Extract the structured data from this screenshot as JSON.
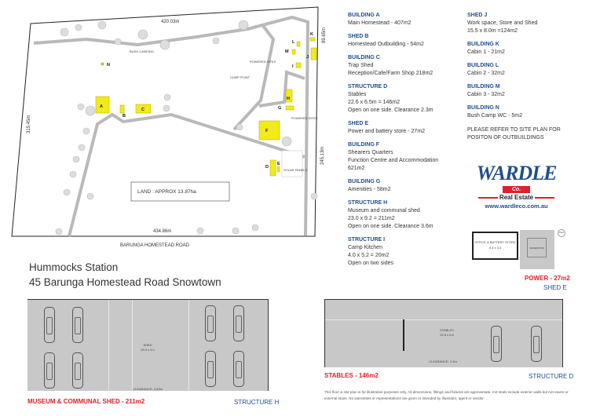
{
  "site_plan": {
    "dim_top": "420.03m",
    "dim_right_top": "89.65m",
    "dim_left": "315.45m",
    "dim_right": "245.13m",
    "dim_bottom": "434.86m",
    "road": "BARUNGA HOMESTEAD ROAD",
    "bush_camping": "BUSH CAMPING",
    "powered_sites": "POWERED SITES",
    "dump_point": "DUMP POINT",
    "solar_panels": "SOLAR PANELS",
    "land": "LAND : APPROX 13.87ha",
    "markers": [
      "A",
      "B",
      "C",
      "D",
      "E",
      "F",
      "G",
      "H",
      "I",
      "J",
      "K",
      "L",
      "M",
      "N"
    ],
    "building_color": "#f2ea1a",
    "road_color": "#b9b9b9"
  },
  "legend": {
    "col1": [
      {
        "heading": "BUILDING A",
        "lines": [
          "Main Homestead - 407m2"
        ]
      },
      {
        "heading": "SHED B",
        "lines": [
          "Homestead Outbuilding - 54m2"
        ]
      },
      {
        "heading": "BUILDING C",
        "lines": [
          "Trap Shed",
          "Reception/Cafe/Farm Shop 218m2"
        ]
      },
      {
        "heading": "STRUCTURE D",
        "lines": [
          "Stables",
          "22.6 x 6.5m = 146m2",
          "Open on one side. Clearance 2.3m"
        ]
      },
      {
        "heading": "SHED E",
        "lines": [
          "Power and battery store - 27m2"
        ]
      },
      {
        "heading": "BUILDING F",
        "lines": [
          "Shearers Quarters",
          "Function Centre and Accommodation",
          "621m2"
        ]
      },
      {
        "heading": "BUILDING G",
        "lines": [
          "Amenities - 58m2"
        ]
      },
      {
        "heading": "STRUCTURE H",
        "lines": [
          "Museum and communal shed",
          "23.0 x 9.2 = 211m2",
          "Open on one side. Clearance 3.6m"
        ]
      },
      {
        "heading": "STRUCTURE I",
        "lines": [
          "Camp Kitchen",
          "4.0 x 5.2 = 20m2",
          "Open on two sides"
        ]
      }
    ],
    "col2": [
      {
        "heading": "SHED J",
        "lines": [
          "Work space, Store and Shed",
          "15.5 x 8.0m =124m2"
        ]
      },
      {
        "heading": "BUILDING K",
        "lines": [
          "Cabin 1 - 21m2"
        ]
      },
      {
        "heading": "BUILDING L",
        "lines": [
          "Cabin 2 - 32m2"
        ]
      },
      {
        "heading": "BUILDING M",
        "lines": [
          "Cabin 3 - 32m2"
        ]
      },
      {
        "heading": "BUILDING N",
        "lines": [
          "Bush Camp WC - 5m2"
        ]
      },
      {
        "heading": "",
        "lines": [
          "PLEASE REFER TO SITE PLAN FOR",
          "POSITON OF OUTBUILDINGS"
        ]
      }
    ]
  },
  "property": {
    "name": "Hummocks Station",
    "address": "45 Barunga Homestead Road Snowtown"
  },
  "logo": {
    "brand": "WARDLE",
    "co": "Co.",
    "tagline": "Real Estate",
    "url": "www.wardleco.com.au",
    "blue": "#1f4e8c",
    "red": "#e0202a"
  },
  "power_plan": {
    "room": "OFFICE & BATTERY STORE",
    "size": "4.3 x 3.3",
    "generator": "GENERATOR",
    "fuel": "FUEL",
    "label": "POWER - 27m2",
    "structure": "SHED E"
  },
  "shed_plan": {
    "room": "SHED",
    "size": "23.0 x 9.2",
    "clearance": "CLEARANCE: 3.60m",
    "label": "MUSEUM & COMMUNAL SHED - 211m2",
    "structure": "STRUCTURE H"
  },
  "stables_plan": {
    "room": "STABLES",
    "size": "22.6 x 6.5",
    "clearance": "CLEARANCE: 2.3m",
    "label": "STABLES - 146m2",
    "structure": "STRUCTURE D"
  },
  "disclaimer": "This floor & site plan is for illustrative purposes only. All dimensions, fittings and fixtures are approximate. m2 totals include exterior walls but not eaves or external stairs. No warranties or representations are given or intended by illustrator, agent or vendor."
}
